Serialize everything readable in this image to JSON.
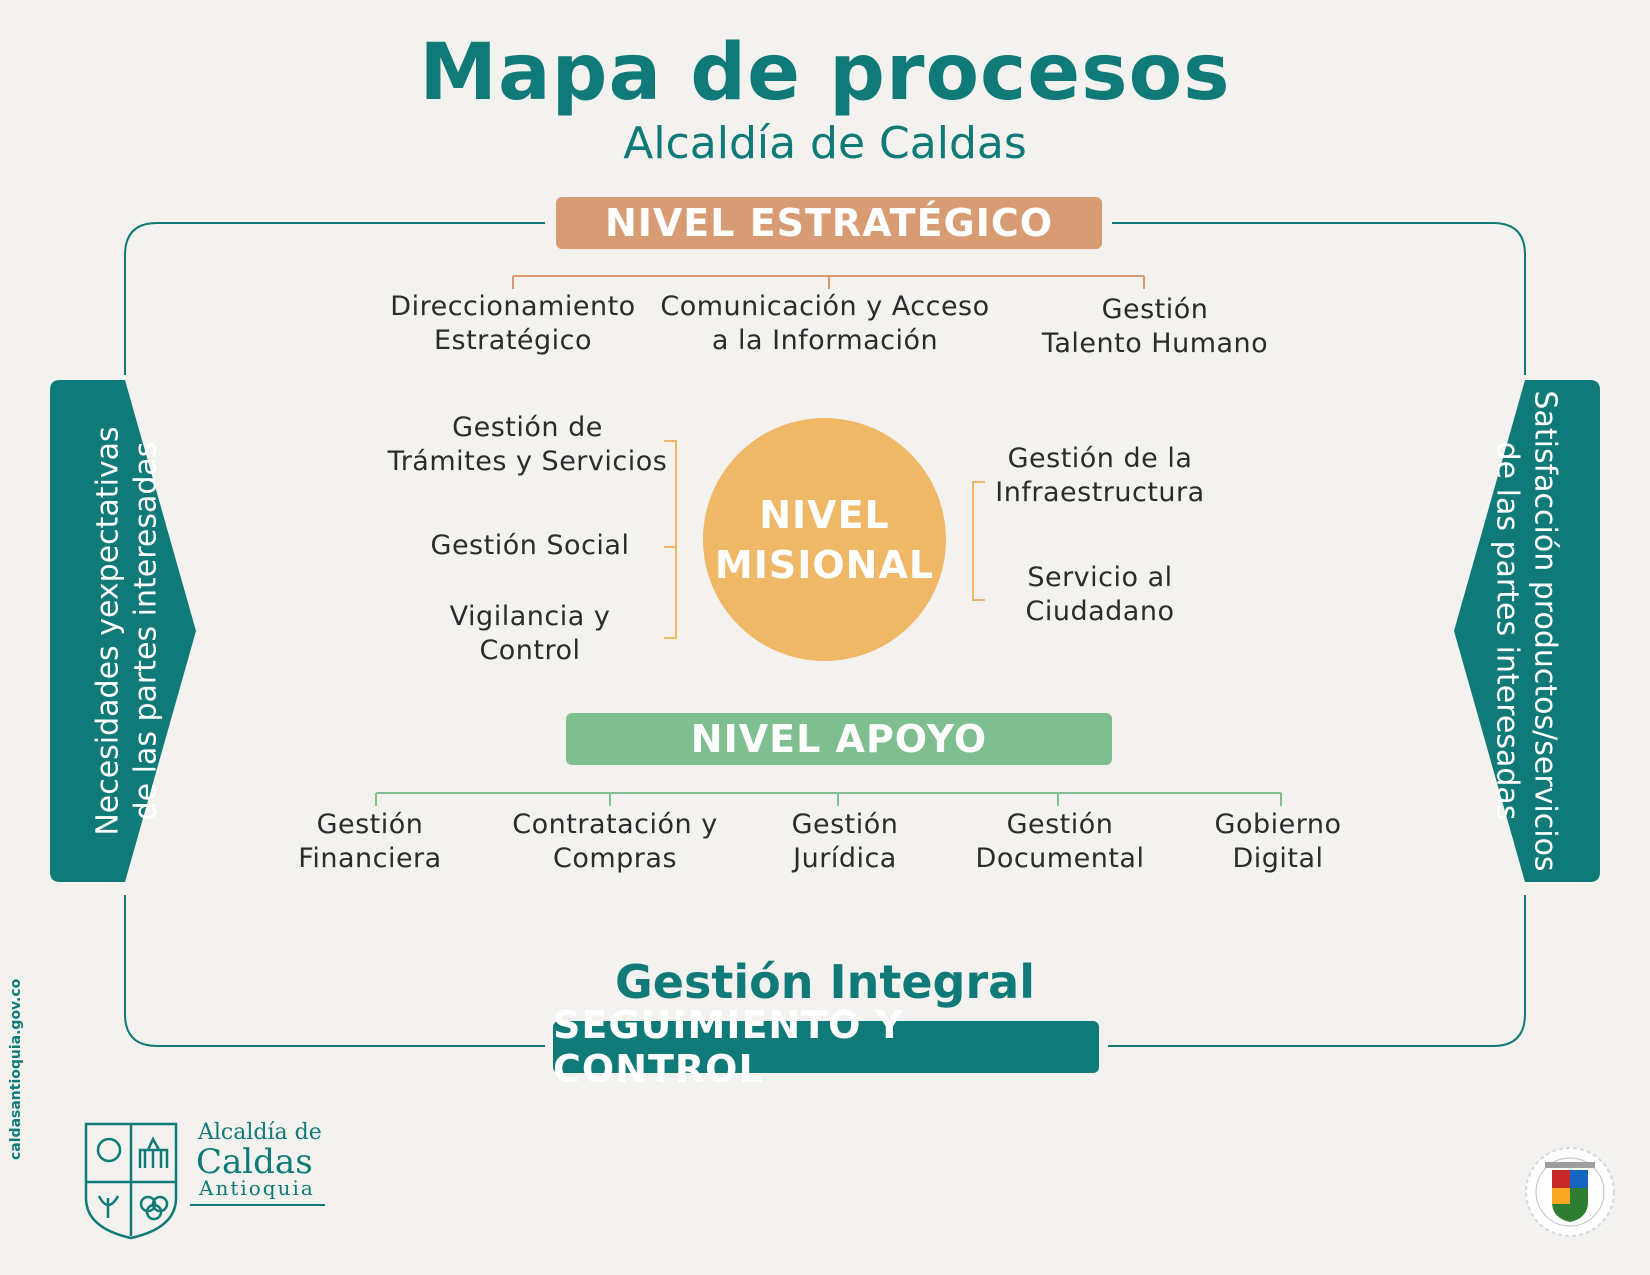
{
  "header": {
    "title": "Mapa de procesos",
    "subtitle": "Alcaldía de Caldas"
  },
  "estrategico": {
    "label": "NIVEL ESTRATÉGICO",
    "items": [
      [
        "Direccionamiento",
        "Estratégico"
      ],
      [
        "Comunicación y Acceso",
        "a la Información"
      ],
      [
        "Gestión",
        "Talento Humano"
      ]
    ]
  },
  "misional": {
    "label_line1": "NIVEL",
    "label_line2": "MISIONAL",
    "left_items": [
      [
        "Gestión de",
        "Trámites y Servicios"
      ],
      [
        "Gestión Social"
      ],
      [
        "Vigilancia y",
        "Control"
      ]
    ],
    "right_items": [
      [
        "Gestión de la",
        "Infraestructura"
      ],
      [
        "Servicio al",
        "Ciudadano"
      ]
    ]
  },
  "apoyo": {
    "label": "NIVEL APOYO",
    "items": [
      [
        "Gestión",
        "Financiera"
      ],
      [
        "Contratación y",
        "Compras"
      ],
      [
        "Gestión",
        "Jurídica"
      ],
      [
        "Gestión",
        "Documental"
      ],
      [
        "Gobierno",
        "Digital"
      ]
    ]
  },
  "footer": {
    "integral": "Gestión Integral",
    "seguimiento": "SEGUIMIENTO Y CONTROL"
  },
  "sides": {
    "left_line1": "Necesidades yexpectativas",
    "left_line2": "de las partes interesadas",
    "right_line1": "Satisfacción productos/servicios",
    "right_line2": "de las partes interesadas"
  },
  "branding": {
    "url": "caldasantioquia.gov.co",
    "logo_line1": "Alcaldía de",
    "logo_line2": "Caldas",
    "logo_line3": "Antioquia"
  },
  "colors": {
    "teal": "#0f7a78",
    "estrategico": "#d79c74",
    "misional": "#efb866",
    "apoyo": "#7fbe8f",
    "background": "#f3f2ef"
  }
}
